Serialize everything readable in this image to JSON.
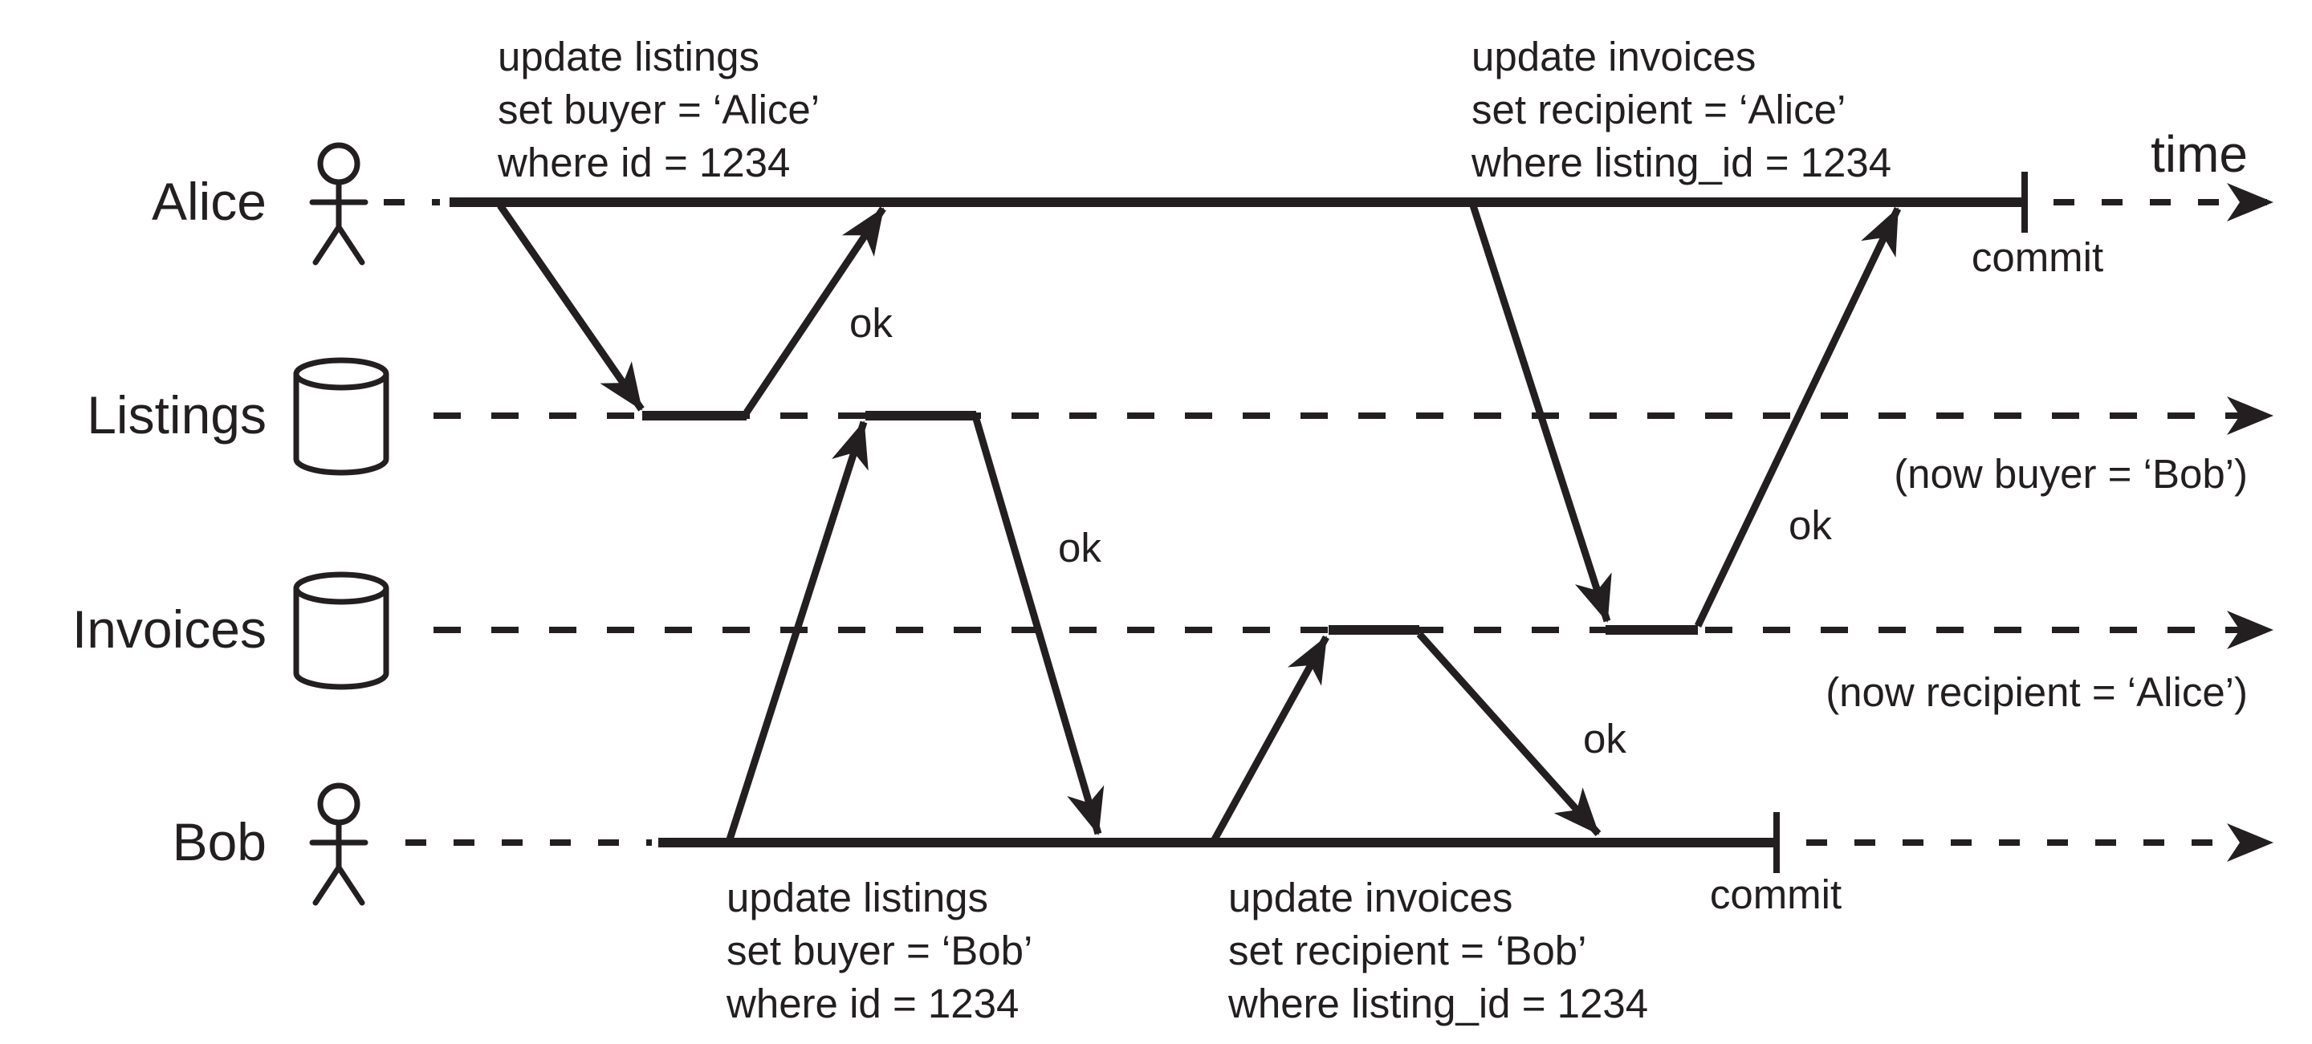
{
  "figure": {
    "ink_color": "#231f20",
    "background_color": "#ffffff",
    "time_label": "time",
    "ack_label": "ok",
    "commit_label": "commit",
    "lanes": {
      "alice": {
        "label": "Alice",
        "icon": "person-icon"
      },
      "listings": {
        "label": "Listings",
        "icon": "database-cylinder-icon"
      },
      "invoices": {
        "label": "Invoices",
        "icon": "database-cylinder-icon"
      },
      "bob": {
        "label": "Bob",
        "icon": "person-icon"
      }
    },
    "transactions": {
      "alice_listings": [
        "update listings",
        "set buyer = ‘Alice’",
        "where id = 1234"
      ],
      "alice_invoices": [
        "update invoices",
        "set recipient = ‘Alice’",
        "where listing_id = 1234"
      ],
      "bob_listings": [
        "update listings",
        "set buyer = ‘Bob’",
        "where id = 1234"
      ],
      "bob_invoices": [
        "update invoices",
        "set recipient = ‘Bob’",
        "where listing_id = 1234"
      ]
    },
    "outcomes": {
      "listings": "(now buyer = ‘Bob’)",
      "invoices": "(now recipient = ‘Alice’)"
    }
  }
}
